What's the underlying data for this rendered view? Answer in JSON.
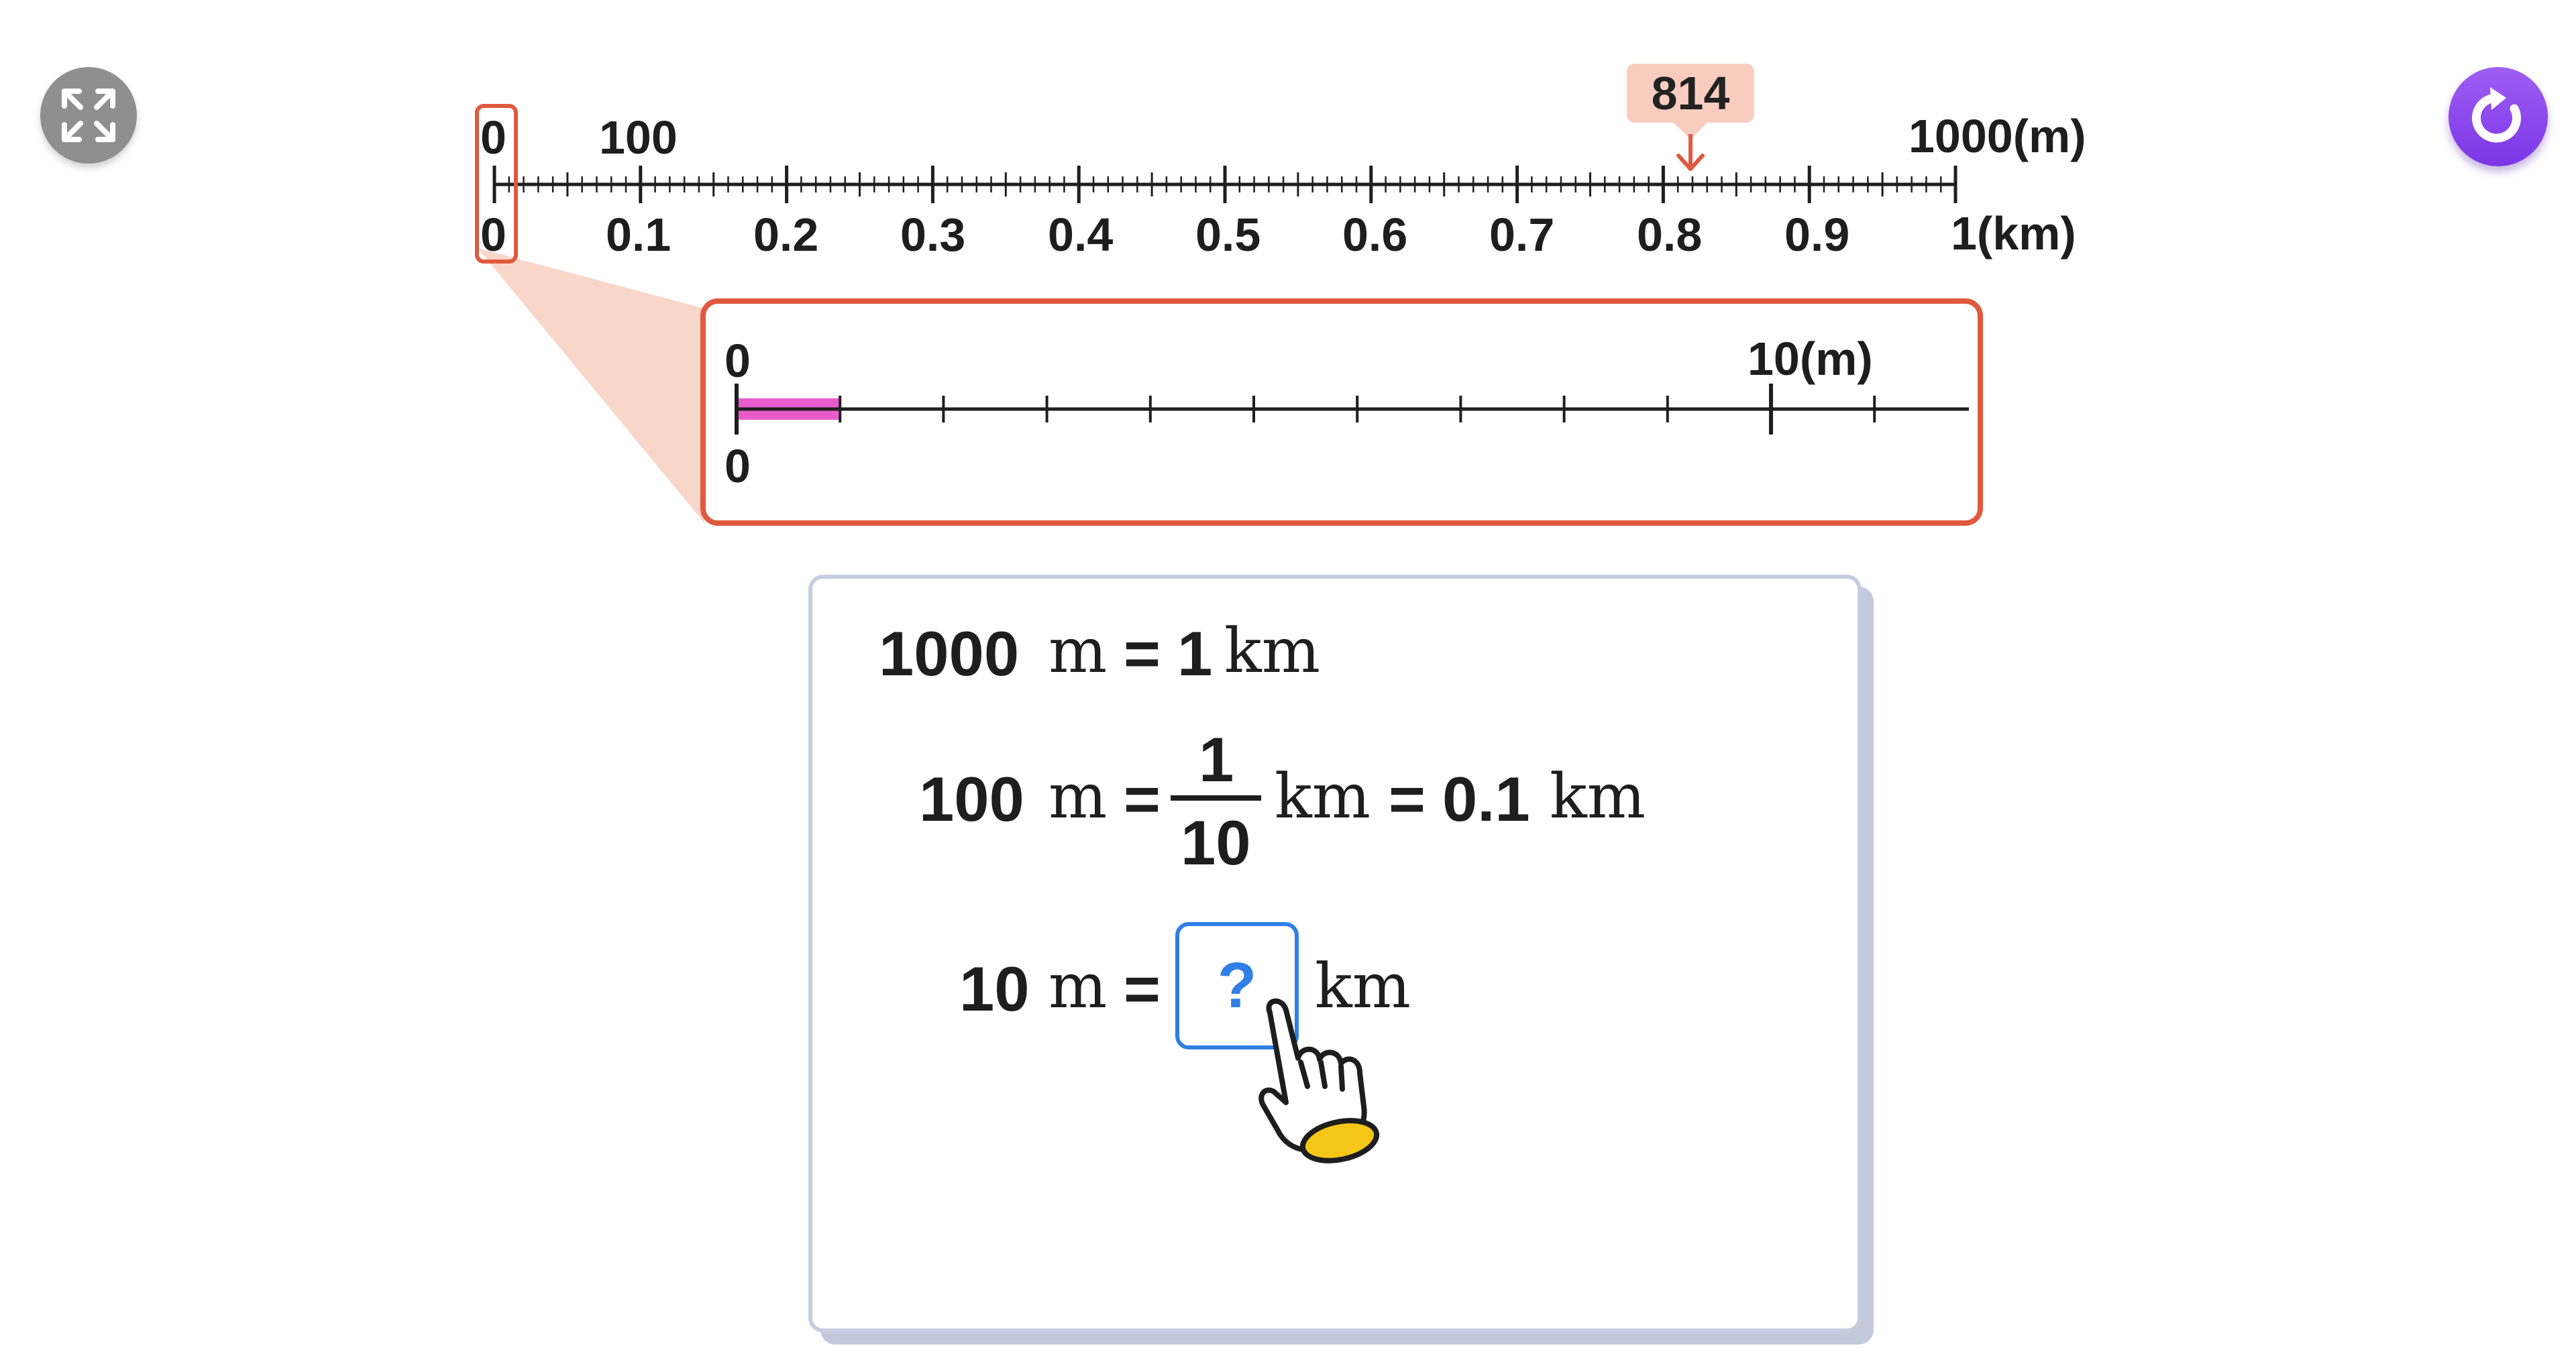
{
  "buttons": {
    "fullscreen_icon": "fullscreen-icon",
    "reset_icon": "reset-icon",
    "accent_color": "#8a46ee"
  },
  "main_ruler": {
    "top_start_label": "0",
    "top_mid_label": "100",
    "top_end_label": "1000(m)",
    "marker_value": "814",
    "bottom_labels": [
      "0",
      "0.1",
      "0.2",
      "0.3",
      "0.4",
      "0.5",
      "0.6",
      "0.7",
      "0.8",
      "0.9",
      "1(km)"
    ],
    "highlight_color": "#e0593e"
  },
  "zoom_ruler": {
    "top_start_label": "0",
    "top_end_label": "10(m)",
    "bottom_start_label": "0",
    "highlight_fraction": 0.1,
    "highlight_color": "#ea5ccc"
  },
  "equations": {
    "line1": {
      "left_number": "1000",
      "left_unit": "m",
      "equals": "=",
      "right_number": "1",
      "right_unit": "km"
    },
    "line2": {
      "left_number": "100",
      "left_unit": "m",
      "equals": "=",
      "frac_numerator": "1",
      "frac_denominator": "10",
      "mid_unit": "km",
      "equals2": "=",
      "right_number": "0.1",
      "right_unit": "km"
    },
    "line3": {
      "left_number": "10",
      "left_unit": "m",
      "equals": "=",
      "answer_placeholder": "?",
      "right_unit": "km"
    }
  }
}
